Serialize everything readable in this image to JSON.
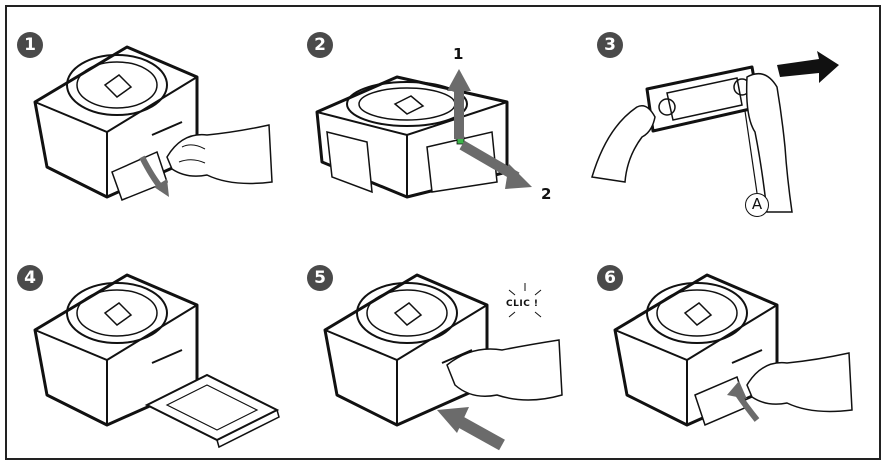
{
  "steps": [
    {
      "number": "1"
    },
    {
      "number": "2",
      "labels": [
        "1",
        "2"
      ]
    },
    {
      "number": "3",
      "callout": "A"
    },
    {
      "number": "4"
    },
    {
      "number": "5",
      "sound": "CLIC !"
    },
    {
      "number": "6"
    }
  ],
  "colors": {
    "badge": "#4a4a4a",
    "arrow": "#6b6b6b",
    "ink": "#111111"
  }
}
